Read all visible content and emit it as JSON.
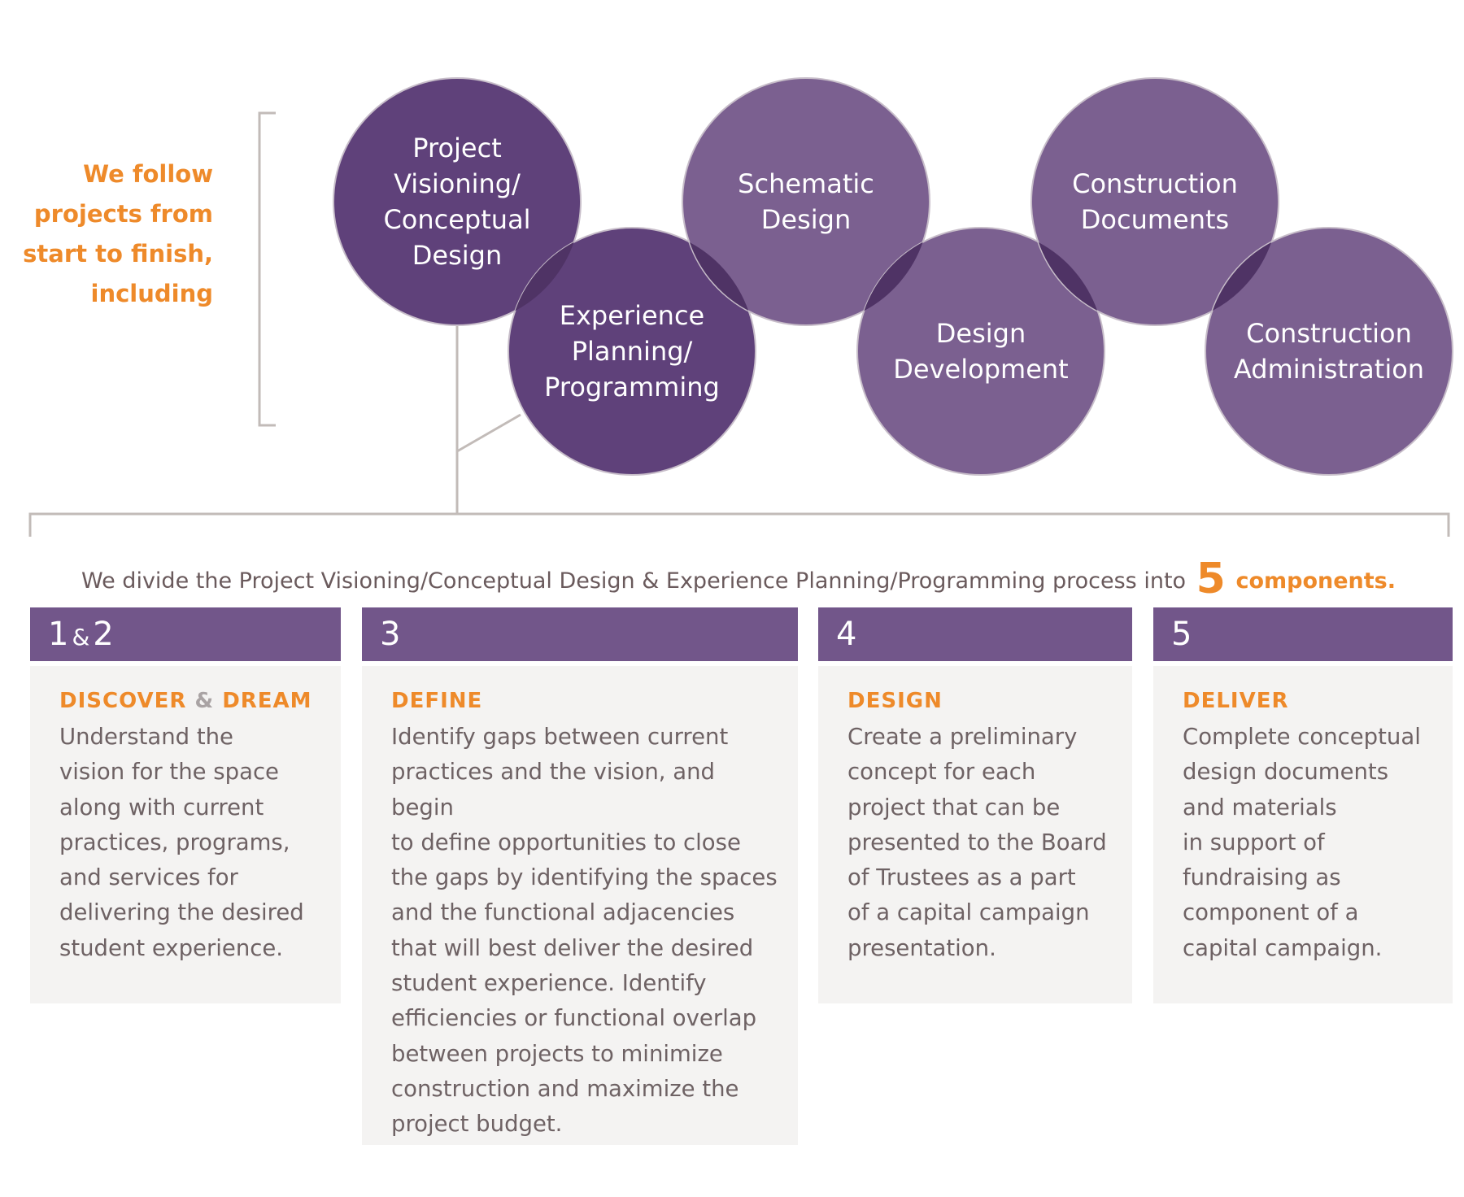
{
  "intro": {
    "line1": "We follow",
    "line2": "projects from",
    "line3": "start to finish,",
    "line4": "including"
  },
  "phases": [
    {
      "lines": [
        "Project",
        "Visioning/",
        "Conceptual",
        "Design"
      ],
      "color": "#5f417a"
    },
    {
      "lines": [
        "Experience",
        "Planning/",
        "Programming"
      ],
      "color": "#5f417a"
    },
    {
      "lines": [
        "Schematic",
        "Design"
      ],
      "color": "#7b6090"
    },
    {
      "lines": [
        "Design",
        "Development"
      ],
      "color": "#7b6090"
    },
    {
      "lines": [
        "Construction",
        "Documents"
      ],
      "color": "#7b6090"
    },
    {
      "lines": [
        "Construction",
        "Administration"
      ],
      "color": "#7b6090"
    }
  ],
  "divide": {
    "text_before": "We divide the Project Visioning/Conceptual Design & Experience Planning/Programming process into",
    "number": "5",
    "text_after": "components."
  },
  "components": [
    {
      "num_a": "1",
      "num_amp": "&",
      "num_b": "2",
      "title_a": "DISCOVER",
      "title_amp": "&",
      "title_b": "DREAM",
      "lines": [
        "Understand the",
        "vision for the space",
        "along with current",
        "practices, programs,",
        "and services for",
        "delivering the desired",
        "student experience."
      ]
    },
    {
      "num": "3",
      "title": "DEFINE",
      "lines": [
        "Identify gaps between current",
        "practices and the vision, and begin",
        "to define opportunities to close",
        "the gaps by identifying the spaces",
        "and the functional adjacencies",
        "that will best deliver the desired",
        "student experience. Identify",
        "efficiencies or functional overlap",
        "between projects to minimize",
        "construction and maximize the",
        "project budget."
      ]
    },
    {
      "num": "4",
      "title": "DESIGN",
      "lines": [
        "Create a preliminary",
        "concept for each",
        "project that can be",
        "presented to the Board",
        "of Trustees as a part",
        "of a capital campaign",
        "presentation."
      ]
    },
    {
      "num": "5",
      "title": "DELIVER",
      "lines": [
        "Complete conceptual",
        "design documents",
        "and materials",
        "in support of",
        "fundraising as",
        "component of a",
        "capital campaign."
      ]
    }
  ],
  "colors": {
    "accent": "#ee8a2a",
    "purple_dark": "#5f417a",
    "purple_light": "#7b6090",
    "overlap": "#4f3365",
    "header_purple": "#72568a",
    "card_bg": "#f4f3f2",
    "line_grey": "#c2bbb8"
  }
}
